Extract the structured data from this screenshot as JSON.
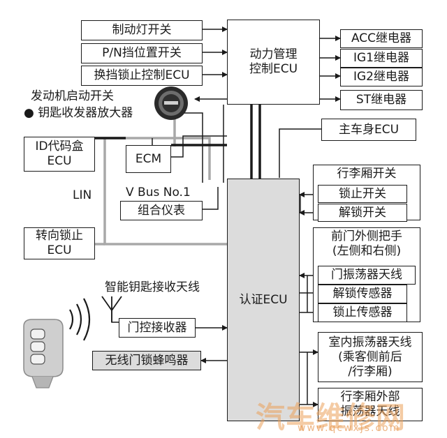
{
  "power_ecu": "动力管理\n控制ECU",
  "auth_ecu": "认证ECU",
  "left_inputs": {
    "brake": "制动灯开关",
    "pn": "P/N挡位置开关",
    "shift_lock": "换挡锁止控制ECU"
  },
  "relays": {
    "acc": "ACC继电器",
    "ig1": "IG1继电器",
    "ig2": "IG2继电器",
    "st": "ST继电器"
  },
  "main_body_ecu": "主车身ECU",
  "start_switch": "发动机启动开关",
  "key_amp": "钥匙收发器放大器",
  "id_box": "ID代码盒\nECU",
  "ecm": "ECM",
  "lin": "LIN",
  "vbus": "V Bus No.1",
  "meter": "组合仪表",
  "steer_lock": "转向锁止\nECU",
  "trunk_switch": {
    "title": "行李厢开关",
    "lock": "锁止开关",
    "unlock": "解锁开关"
  },
  "front_door": {
    "title": "前门外侧把手\n(左侧和右侧)",
    "osc": "门振荡器天线",
    "unlock_sensor": "解锁传感器",
    "lock_sensor": "锁止传感器"
  },
  "smart_antenna": "智能钥匙接收天线",
  "door_receiver": "门控接收器",
  "buzzer": "无线门锁蜂鸣器",
  "indoor_osc": "室内振荡器天线\n(乘客侧前后\n/行李厢)",
  "trunk_osc": "行李厢外部\n振荡器天线",
  "watermark": "汽车维修网",
  "watermark_url": "www.qcwxjs.com",
  "icons": [
    "start-button-icon",
    "antenna-icon",
    "radio-wave-icon",
    "smart-key-icon"
  ],
  "colors": {
    "line": "#1a1a1a",
    "gray_line": "#a8a8a8",
    "box_gray": "#dcdcdc"
  }
}
